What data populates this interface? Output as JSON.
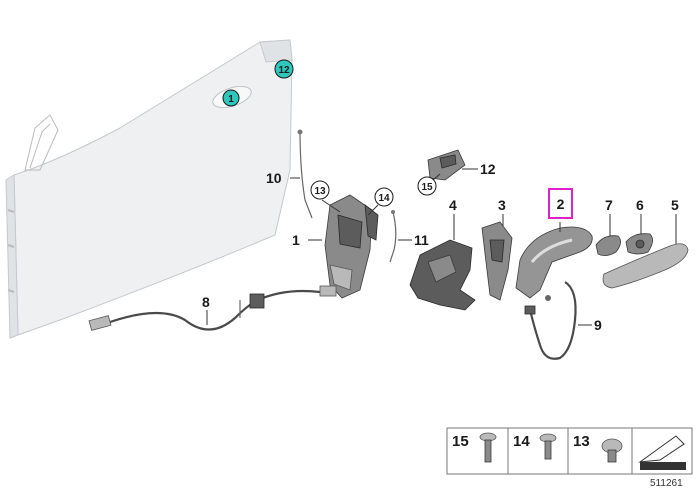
{
  "callouts": {
    "door_badge_1": "1",
    "door_badge_12": "12",
    "c10": "10",
    "c13": "13",
    "c14": "14",
    "c1": "1",
    "c11": "11",
    "c8": "8",
    "c15": "15",
    "c12": "12",
    "c4": "4",
    "c3": "3",
    "c2": "2",
    "c7": "7",
    "c6": "6",
    "c5": "5",
    "c9": "9"
  },
  "legend": {
    "items": [
      "15",
      "14",
      "13"
    ]
  },
  "reference_number": "511261",
  "colors": {
    "badge_teal": "#2ec7bc",
    "highlight_magenta": "#e020c8"
  }
}
